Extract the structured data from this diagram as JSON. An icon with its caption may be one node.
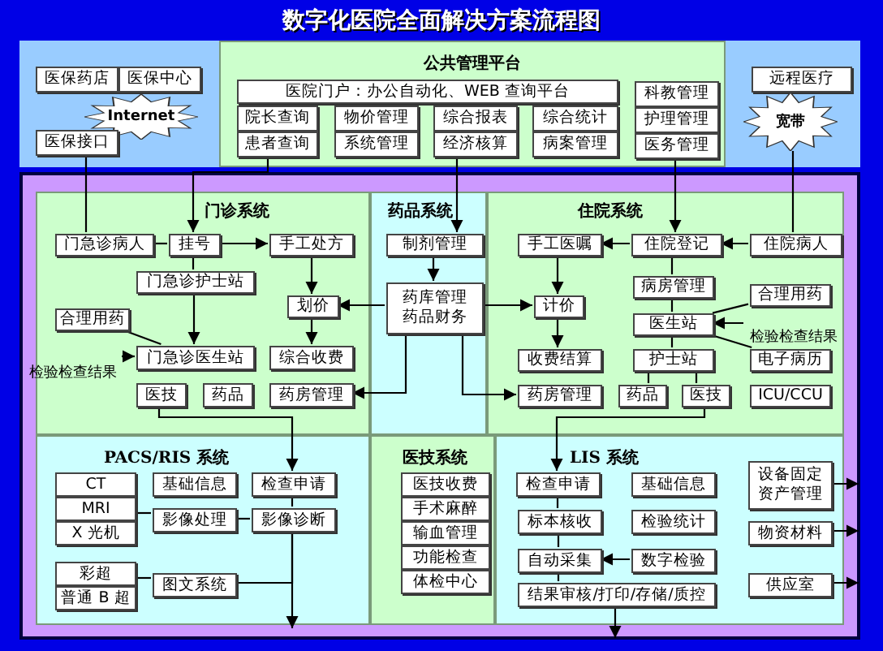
{
  "diagram": {
    "title": "数字化医院全面解决方案流程图",
    "nodes": [
      {
        "text": [
          "公共管理平台"
        ]
      },
      {
        "text": [
          "医院门户：办公自动化、WEB 查询平台"
        ],
        "in": 0
      },
      {
        "text": [
          "院长查询"
        ],
        "in": 0
      },
      {
        "text": [
          "患者查询"
        ],
        "in": 0
      },
      {
        "text": [
          "物价管理"
        ],
        "in": 0
      },
      {
        "text": [
          "系统管理"
        ],
        "in": 0
      },
      {
        "text": [
          "综合报表"
        ],
        "in": 0
      },
      {
        "text": [
          "经济核算"
        ],
        "in": 0
      },
      {
        "text": [
          "综合统计"
        ],
        "in": 0
      },
      {
        "text": [
          "病案管理"
        ],
        "in": 0
      },
      {
        "text": [
          "科教管理"
        ],
        "in": 0
      },
      {
        "text": [
          "护理管理"
        ],
        "in": 0
      },
      {
        "text": [
          "医务管理"
        ],
        "in": 0
      },
      {
        "text": [
          "医保药店"
        ]
      },
      {
        "text": [
          "医保中心"
        ]
      },
      {
        "text": [
          "Internet"
        ]
      },
      {
        "text": [
          "医保接口"
        ]
      },
      {
        "text": [
          "远程医疗"
        ]
      },
      {
        "text": [
          "宽带"
        ]
      },
      {
        "text": [
          "门诊系统"
        ]
      },
      {
        "text": [
          "药品系统"
        ]
      },
      {
        "text": [
          "住院系统"
        ]
      },
      {
        "text": [
          "门急诊病人"
        ],
        "in": 19
      },
      {
        "text": [
          "挂号"
        ],
        "in": 19
      },
      {
        "text": [
          "手工处方"
        ],
        "in": 19
      },
      {
        "text": [
          "门急诊护士站"
        ],
        "in": 19
      },
      {
        "text": [
          "划价"
        ],
        "in": 19
      },
      {
        "text": [
          "合理用药"
        ],
        "in": 19
      },
      {
        "text": [
          "门急诊医生站"
        ],
        "in": 19
      },
      {
        "text": [
          "综合收费"
        ],
        "in": 19
      },
      {
        "text": [
          "医技"
        ],
        "in": 19
      },
      {
        "text": [
          "药品"
        ],
        "in": 19
      },
      {
        "text": [
          "药房管理"
        ],
        "in": 19
      },
      {
        "text": [
          "检验检查结果"
        ]
      },
      {
        "text": [
          "制剂管理"
        ],
        "in": 20
      },
      {
        "text": [
          "药库管理药品财务"
        ],
        "in": 20
      },
      {
        "text": [
          "手工医嘱"
        ],
        "in": 21
      },
      {
        "text": [
          "住院登记"
        ],
        "in": 21
      },
      {
        "text": [
          "住院病人"
        ],
        "in": 21
      },
      {
        "text": [
          "病房管理"
        ],
        "in": 21
      },
      {
        "text": [
          "合理用药"
        ],
        "in": 21
      },
      {
        "text": [
          "计价"
        ],
        "in": 21
      },
      {
        "text": [
          "医生站"
        ],
        "in": 21
      },
      {
        "text": [
          "检验检查结果"
        ],
        "in": 21
      },
      {
        "text": [
          "收费结算"
        ],
        "in": 21
      },
      {
        "text": [
          "护士站"
        ],
        "in": 21
      },
      {
        "text": [
          "电子病历"
        ],
        "in": 21
      },
      {
        "text": [
          "药房管理"
        ],
        "in": 21
      },
      {
        "text": [
          "药品"
        ],
        "in": 21
      },
      {
        "text": [
          "医技"
        ],
        "in": 21
      },
      {
        "text": [
          "ICU/CCU"
        ],
        "in": 21
      },
      {
        "text": [
          "PACS/RIS 系统"
        ]
      },
      {
        "text": [
          "CT"
        ],
        "in": 51
      },
      {
        "text": [
          "MRI"
        ],
        "in": 51
      },
      {
        "text": [
          "X 光机"
        ],
        "in": 51
      },
      {
        "text": [
          "彩超"
        ],
        "in": 51
      },
      {
        "text": [
          "普通 B 超"
        ],
        "in": 51
      },
      {
        "text": [
          "基础信息"
        ],
        "in": 51
      },
      {
        "text": [
          "影像处理"
        ],
        "in": 51
      },
      {
        "text": [
          "检查申请"
        ],
        "in": 51
      },
      {
        "text": [
          "影像诊断"
        ],
        "in": 51
      },
      {
        "text": [
          "图文系统"
        ],
        "in": 51
      },
      {
        "text": [
          "医技系统"
        ]
      },
      {
        "text": [
          "医技收费"
        ],
        "in": 62
      },
      {
        "text": [
          "手术麻醉"
        ],
        "in": 62
      },
      {
        "text": [
          "输血管理"
        ],
        "in": 62
      },
      {
        "text": [
          "功能检查"
        ],
        "in": 62
      },
      {
        "text": [
          "体检中心"
        ],
        "in": 62
      },
      {
        "text": [
          "LIS 系统"
        ]
      },
      {
        "text": [
          "检查申请"
        ],
        "in": 68
      },
      {
        "text": [
          "基础信息"
        ],
        "in": 68
      },
      {
        "text": [
          "标本核收"
        ],
        "in": 68
      },
      {
        "text": [
          "检验统计"
        ],
        "in": 68
      },
      {
        "text": [
          "自动采集"
        ],
        "in": 68
      },
      {
        "text": [
          "数字检验"
        ],
        "in": 68
      },
      {
        "text": [
          "结果审核/打印/存储/质控"
        ],
        "in": 68
      },
      {
        "text": [
          "设备固定资产管理"
        ],
        "in": 68
      },
      {
        "text": [
          "物资材料"
        ],
        "in": 68
      },
      {
        "text": [
          "供应室"
        ],
        "in": 68
      }
    ],
    "edges": [
      {
        "from": 16,
        "to": 22,
        "arrow": "none"
      },
      {
        "from": 3,
        "to": 23,
        "arrow": "to"
      },
      {
        "from": 7,
        "to": 34,
        "arrow": "to"
      },
      {
        "from": 12,
        "to": 37,
        "arrow": "to"
      },
      {
        "from": 18,
        "to": 38,
        "arrow": "none"
      },
      {
        "from": 22,
        "to": 23,
        "arrow": "none"
      },
      {
        "from": 23,
        "to": 24,
        "arrow": "to"
      },
      {
        "from": 23,
        "to": 25,
        "arrow": "none"
      },
      {
        "from": 25,
        "to": 28,
        "arrow": "to"
      },
      {
        "from": 24,
        "to": 26,
        "arrow": "to"
      },
      {
        "from": 26,
        "to": 29,
        "arrow": "to"
      },
      {
        "from": 35,
        "to": 26,
        "arrow": "to"
      },
      {
        "from": 27,
        "to": 28,
        "arrow": "none"
      },
      {
        "from": 33,
        "to": 28,
        "arrow": "to"
      },
      {
        "from": 35,
        "to": 32,
        "arrow": "to"
      },
      {
        "from": 34,
        "to": 35,
        "arrow": "to"
      },
      {
        "from": 35,
        "to": 41,
        "arrow": "to"
      },
      {
        "from": 35,
        "to": 47,
        "arrow": "to"
      },
      {
        "from": 38,
        "to": 37,
        "arrow": "to"
      },
      {
        "from": 37,
        "to": 36,
        "arrow": "to"
      },
      {
        "from": 36,
        "to": 41,
        "arrow": "to"
      },
      {
        "from": 41,
        "to": 44,
        "arrow": "to"
      },
      {
        "from": 37,
        "to": 39,
        "arrow": "none"
      },
      {
        "from": 39,
        "to": 42,
        "arrow": "none"
      },
      {
        "from": 40,
        "to": 42,
        "arrow": "none"
      },
      {
        "from": 43,
        "to": 42,
        "arrow": "to"
      },
      {
        "from": 46,
        "to": 42,
        "arrow": "none"
      },
      {
        "from": 42,
        "to": 45,
        "arrow": "none"
      },
      {
        "from": 45,
        "to": 48,
        "arrow": "none"
      },
      {
        "from": 45,
        "to": 49,
        "arrow": "none"
      },
      {
        "from": 30,
        "to": 59,
        "arrow": "to"
      },
      {
        "from": 49,
        "to": 69,
        "arrow": "to"
      },
      {
        "from": 59,
        "to": 60,
        "arrow": "none"
      },
      {
        "from": 58,
        "to": 60,
        "arrow": "none"
      },
      {
        "from": 53,
        "to": 58,
        "arrow": "none"
      },
      {
        "from": 55,
        "to": 61,
        "arrow": "none"
      },
      {
        "from": 61,
        "to": 60,
        "arrow": "none"
      },
      {
        "from": 60,
        "to": null,
        "arrow": "to"
      },
      {
        "from": 69,
        "to": 71,
        "arrow": "none"
      },
      {
        "from": 71,
        "to": 73,
        "arrow": "none"
      },
      {
        "from": 73,
        "to": 75,
        "arrow": "none"
      },
      {
        "from": 74,
        "to": 73,
        "arrow": "to"
      },
      {
        "from": 75,
        "to": null,
        "arrow": "to"
      },
      {
        "from": 76,
        "to": null,
        "arrow": "to"
      },
      {
        "from": 77,
        "to": null,
        "arrow": "to"
      },
      {
        "from": 78,
        "to": null,
        "arrow": "to"
      }
    ]
  }
}
